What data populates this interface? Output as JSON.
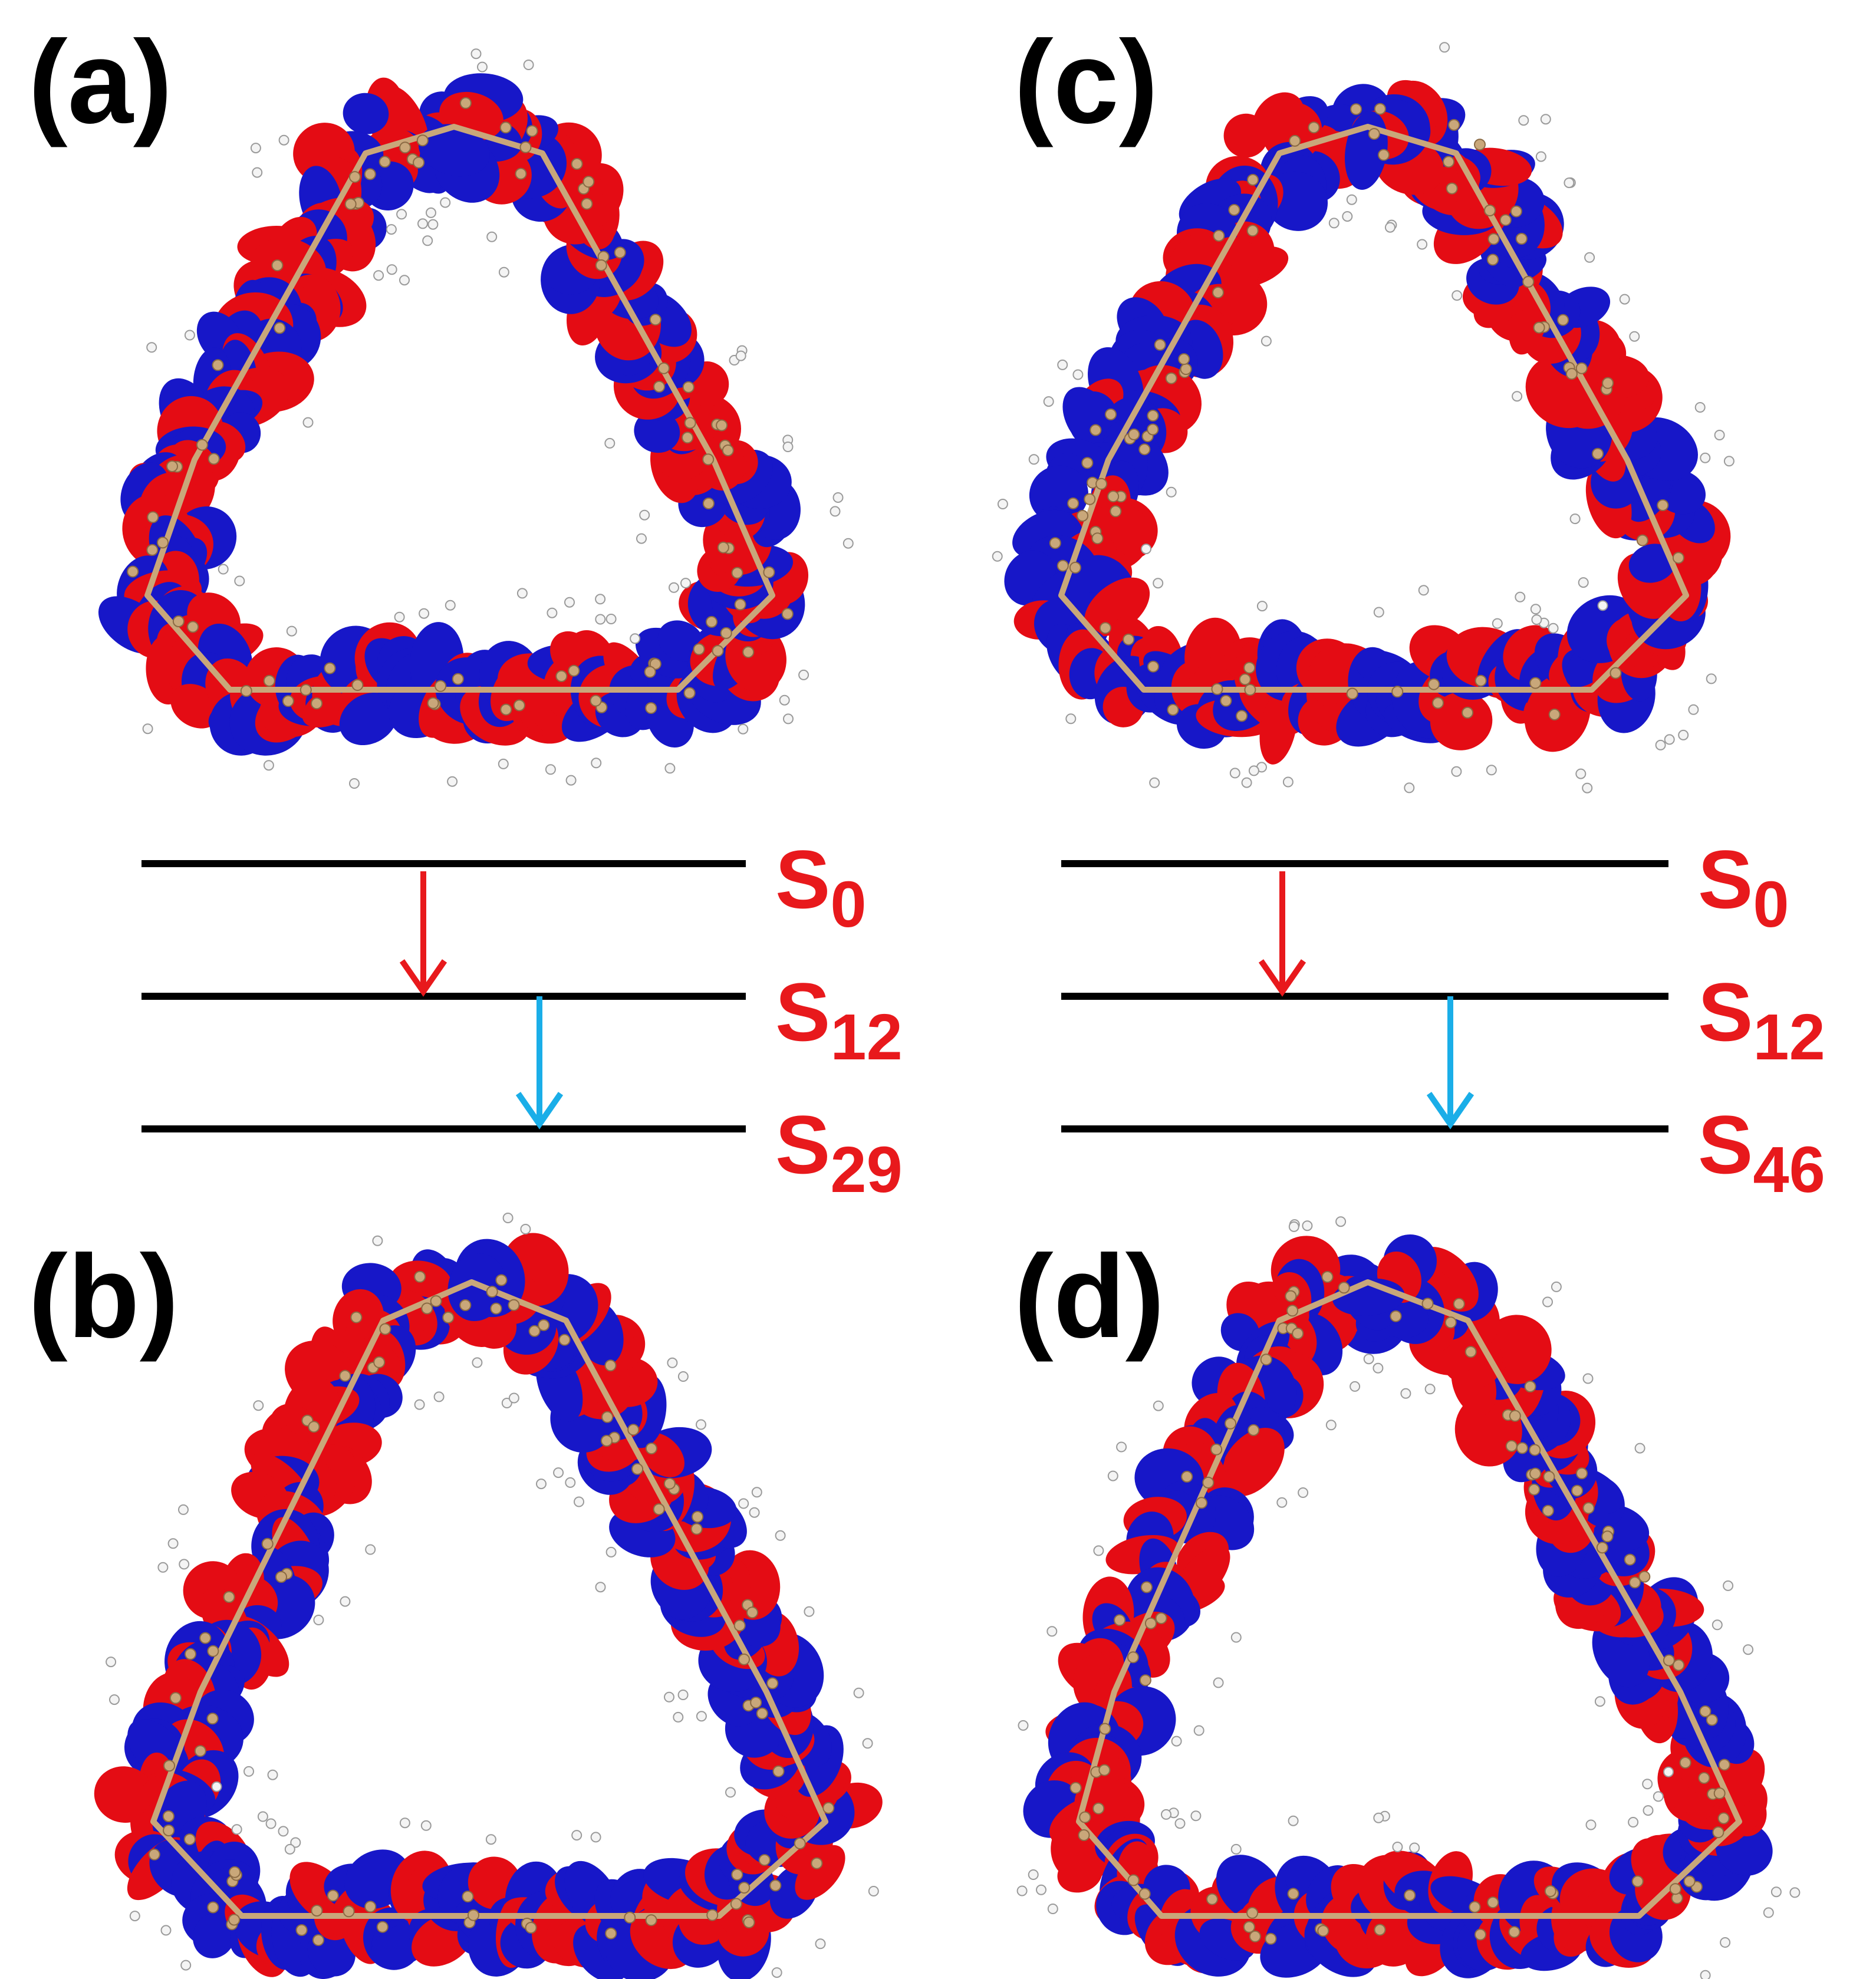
{
  "panels": {
    "a": "(a)",
    "b": "(b)",
    "c": "(c)",
    "d": "(d)"
  },
  "diagrams": [
    {
      "levels": [
        {
          "symbol": "S",
          "subscript": "0"
        },
        {
          "symbol": "S",
          "subscript": "12"
        },
        {
          "symbol": "S",
          "subscript": "29"
        }
      ]
    },
    {
      "levels": [
        {
          "symbol": "S",
          "subscript": "0"
        },
        {
          "symbol": "S",
          "subscript": "12"
        },
        {
          "symbol": "S",
          "subscript": "46"
        }
      ]
    }
  ],
  "colors": {
    "lobe_positive": "#e40c14",
    "lobe_negative": "#1717c8",
    "bond": "#c9a77a",
    "hydrogen": "#f4f4f4",
    "level_line": "#000000",
    "state_label": "#e8191c",
    "arrow_first": "#e8191c",
    "arrow_second": "#1aaee8"
  }
}
